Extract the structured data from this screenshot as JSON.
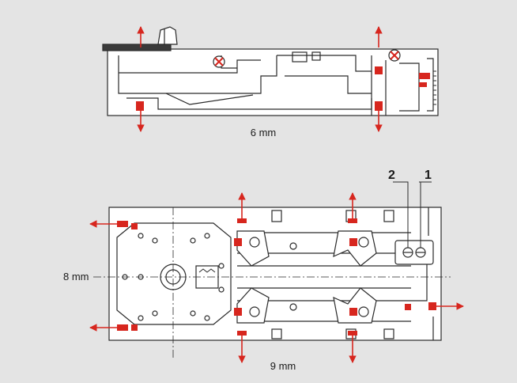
{
  "labels": {
    "top_dimension": "6 mm",
    "side_dimension": "8 mm",
    "bottom_dimension": "9 mm",
    "marker_two": "2",
    "marker_one": "1"
  },
  "colors": {
    "background": "#e4e4e4",
    "body_fill": "#ffffff",
    "outline": "#2a2a2a",
    "adjustment_red": "#d7261e"
  }
}
